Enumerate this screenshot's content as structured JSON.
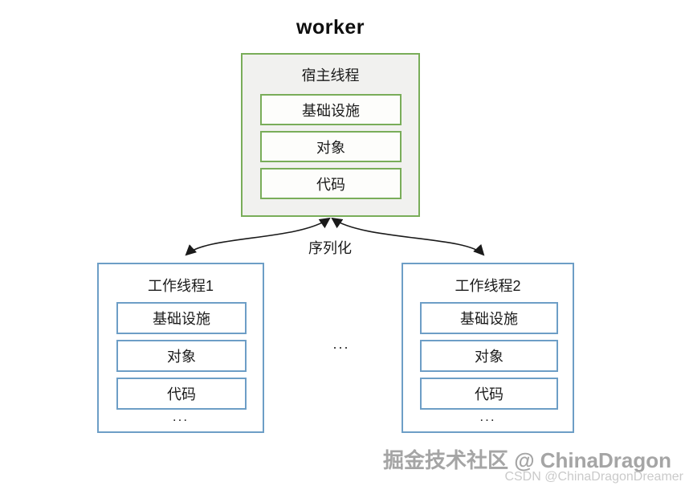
{
  "title": "worker",
  "host": {
    "label": "宿主线程",
    "items": [
      "基础设施",
      "对象",
      "代码"
    ]
  },
  "serialization_label": "序列化",
  "workers": [
    {
      "label": "工作线程1",
      "items": [
        "基础设施",
        "对象",
        "代码"
      ],
      "more": "..."
    },
    {
      "label": "工作线程2",
      "items": [
        "基础设施",
        "对象",
        "代码"
      ],
      "more": "..."
    }
  ],
  "middle_ellipsis": "...",
  "watermark": {
    "line1": "掘金技术社区 @ ChinaDragon",
    "line2": "CSDN @ChinaDragonDreamer"
  },
  "colors": {
    "host_border": "#79AD59",
    "host_fill": "#F1F1EF",
    "worker_border": "#6D9EC6",
    "arrow": "#1a1a1a",
    "watermark_primary": "#a5a5a5",
    "watermark_secondary": "#cacaca"
  }
}
